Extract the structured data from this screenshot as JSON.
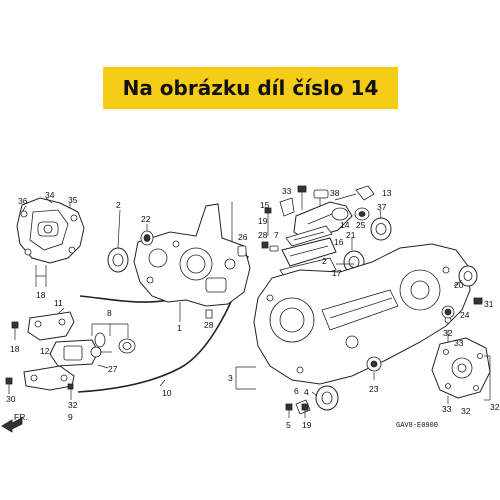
{
  "banner": {
    "text": "Na obrázku díl číslo 14"
  },
  "diagram": {
    "code": "GAV8-E0900",
    "direction_label": "FR.",
    "callouts": [
      {
        "id": "c36",
        "label": "36"
      },
      {
        "id": "c34",
        "label": "34"
      },
      {
        "id": "c35",
        "label": "35"
      },
      {
        "id": "c18a",
        "label": "18"
      },
      {
        "id": "c11",
        "label": "11"
      },
      {
        "id": "c18b",
        "label": "18"
      },
      {
        "id": "c12",
        "label": "12"
      },
      {
        "id": "c30",
        "label": "30"
      },
      {
        "id": "c32a",
        "label": "32"
      },
      {
        "id": "c9",
        "label": "9"
      },
      {
        "id": "c8",
        "label": "8"
      },
      {
        "id": "c27",
        "label": "27"
      },
      {
        "id": "c10",
        "label": "10"
      },
      {
        "id": "c2a",
        "label": "2"
      },
      {
        "id": "c22",
        "label": "22"
      },
      {
        "id": "c1",
        "label": "1"
      },
      {
        "id": "c28a",
        "label": "28"
      },
      {
        "id": "c26",
        "label": "26"
      },
      {
        "id": "c33a",
        "label": "33"
      },
      {
        "id": "c38",
        "label": "38"
      },
      {
        "id": "c13",
        "label": "13"
      },
      {
        "id": "c15",
        "label": "15"
      },
      {
        "id": "c25",
        "label": "25"
      },
      {
        "id": "c37",
        "label": "37"
      },
      {
        "id": "c19a",
        "label": "19"
      },
      {
        "id": "c14",
        "label": "14"
      },
      {
        "id": "c21",
        "label": "21"
      },
      {
        "id": "c28b",
        "label": "28"
      },
      {
        "id": "c7",
        "label": "7"
      },
      {
        "id": "c16",
        "label": "16"
      },
      {
        "id": "c2b",
        "label": "2"
      },
      {
        "id": "c17",
        "label": "17"
      },
      {
        "id": "c3",
        "label": "3"
      },
      {
        "id": "c20",
        "label": "20"
      },
      {
        "id": "c31",
        "label": "31"
      },
      {
        "id": "c24",
        "label": "24"
      },
      {
        "id": "c23",
        "label": "23"
      },
      {
        "id": "c6",
        "label": "6"
      },
      {
        "id": "c4",
        "label": "4"
      },
      {
        "id": "c5",
        "label": "5"
      },
      {
        "id": "c19b",
        "label": "19"
      },
      {
        "id": "c32b",
        "label": "32"
      },
      {
        "id": "c33b",
        "label": "33"
      },
      {
        "id": "c32c",
        "label": "32"
      },
      {
        "id": "c33c",
        "label": "33"
      },
      {
        "id": "c32d",
        "label": "32"
      }
    ]
  }
}
